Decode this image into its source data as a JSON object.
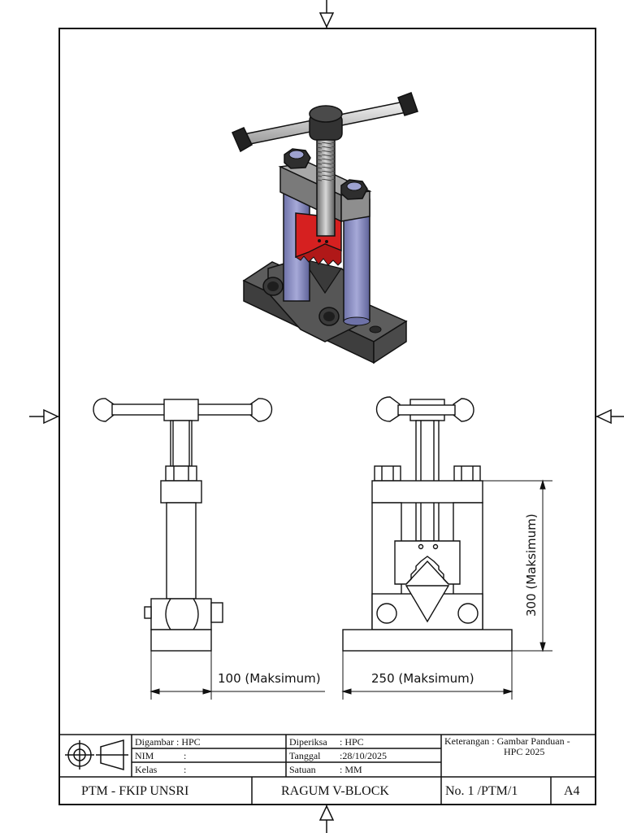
{
  "drawing": {
    "dimensions": {
      "depth": "100 (Maksimum)",
      "width": "250 (Maksimum)",
      "height": "300 (Maksimum)"
    }
  },
  "title_block": {
    "drawn_by": "Digambar : HPC",
    "nim_label": "NIM",
    "nim_sep": ":",
    "class_label": "Kelas",
    "class_sep": ":",
    "checked_label": "Diperiksa",
    "checked_value": ": HPC",
    "date_label": "Tanggal",
    "date_value": ":28/10/2025",
    "unit_label": "Satuan",
    "unit_value": ": MM",
    "notes_line1": "Keterangan : Gambar Panduan -",
    "notes_line2": "HPC 2025",
    "institution": "PTM - FKIP UNSRI",
    "drawing_title": "RAGUM V-BLOCK",
    "number": "No. 1 /PTM/1",
    "paper_size": "A4"
  }
}
